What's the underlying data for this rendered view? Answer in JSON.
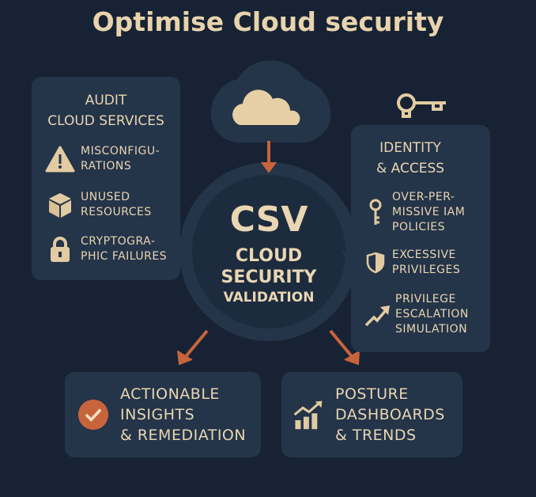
{
  "title": "Optimise Cloud security",
  "audit": {
    "title_line1": "AUDIT",
    "title_line2": "CLOUD SERVICES",
    "items": [
      {
        "icon": "warning-icon",
        "line1": "MISCONFIGU-",
        "line2": "RATIONS"
      },
      {
        "icon": "cube-icon",
        "line1": "UNUSED",
        "line2": "RESOURCES"
      },
      {
        "icon": "lock-icon",
        "line1": "CRYPTOGRA-",
        "line2": "PHIC FAILURES"
      }
    ]
  },
  "center": {
    "acronym": "CSV",
    "line1": "CLOUD",
    "line2": "SECURITY",
    "line3": "VALIDATION"
  },
  "identity": {
    "title_line1": "IDENTITY",
    "title_line2": "& ACCESS",
    "items": [
      {
        "icon": "key-icon",
        "lines": [
          "OVER-PER-",
          "MISSIVE IAM",
          "POLICIES"
        ]
      },
      {
        "icon": "shield-icon",
        "lines": [
          "EXCESSIVE",
          "PRIVILEGES"
        ]
      },
      {
        "icon": "trend-arrow-icon",
        "lines": [
          "PRIVILEGE",
          "ESCALATION",
          "SIMULATION"
        ]
      }
    ]
  },
  "outputs": [
    {
      "icon": "check-circle-icon",
      "lines": [
        "ACTIONABLE",
        "INSIGHTS",
        "& REMEDIATION"
      ]
    },
    {
      "icon": "bar-chart-icon",
      "lines": [
        "POSTURE",
        "DASHBOARDS",
        "& TRENDS"
      ]
    }
  ],
  "colors": {
    "background": "#172334",
    "panel": "#243449",
    "text": "#e9d6b2",
    "accent": "#c8643c"
  }
}
